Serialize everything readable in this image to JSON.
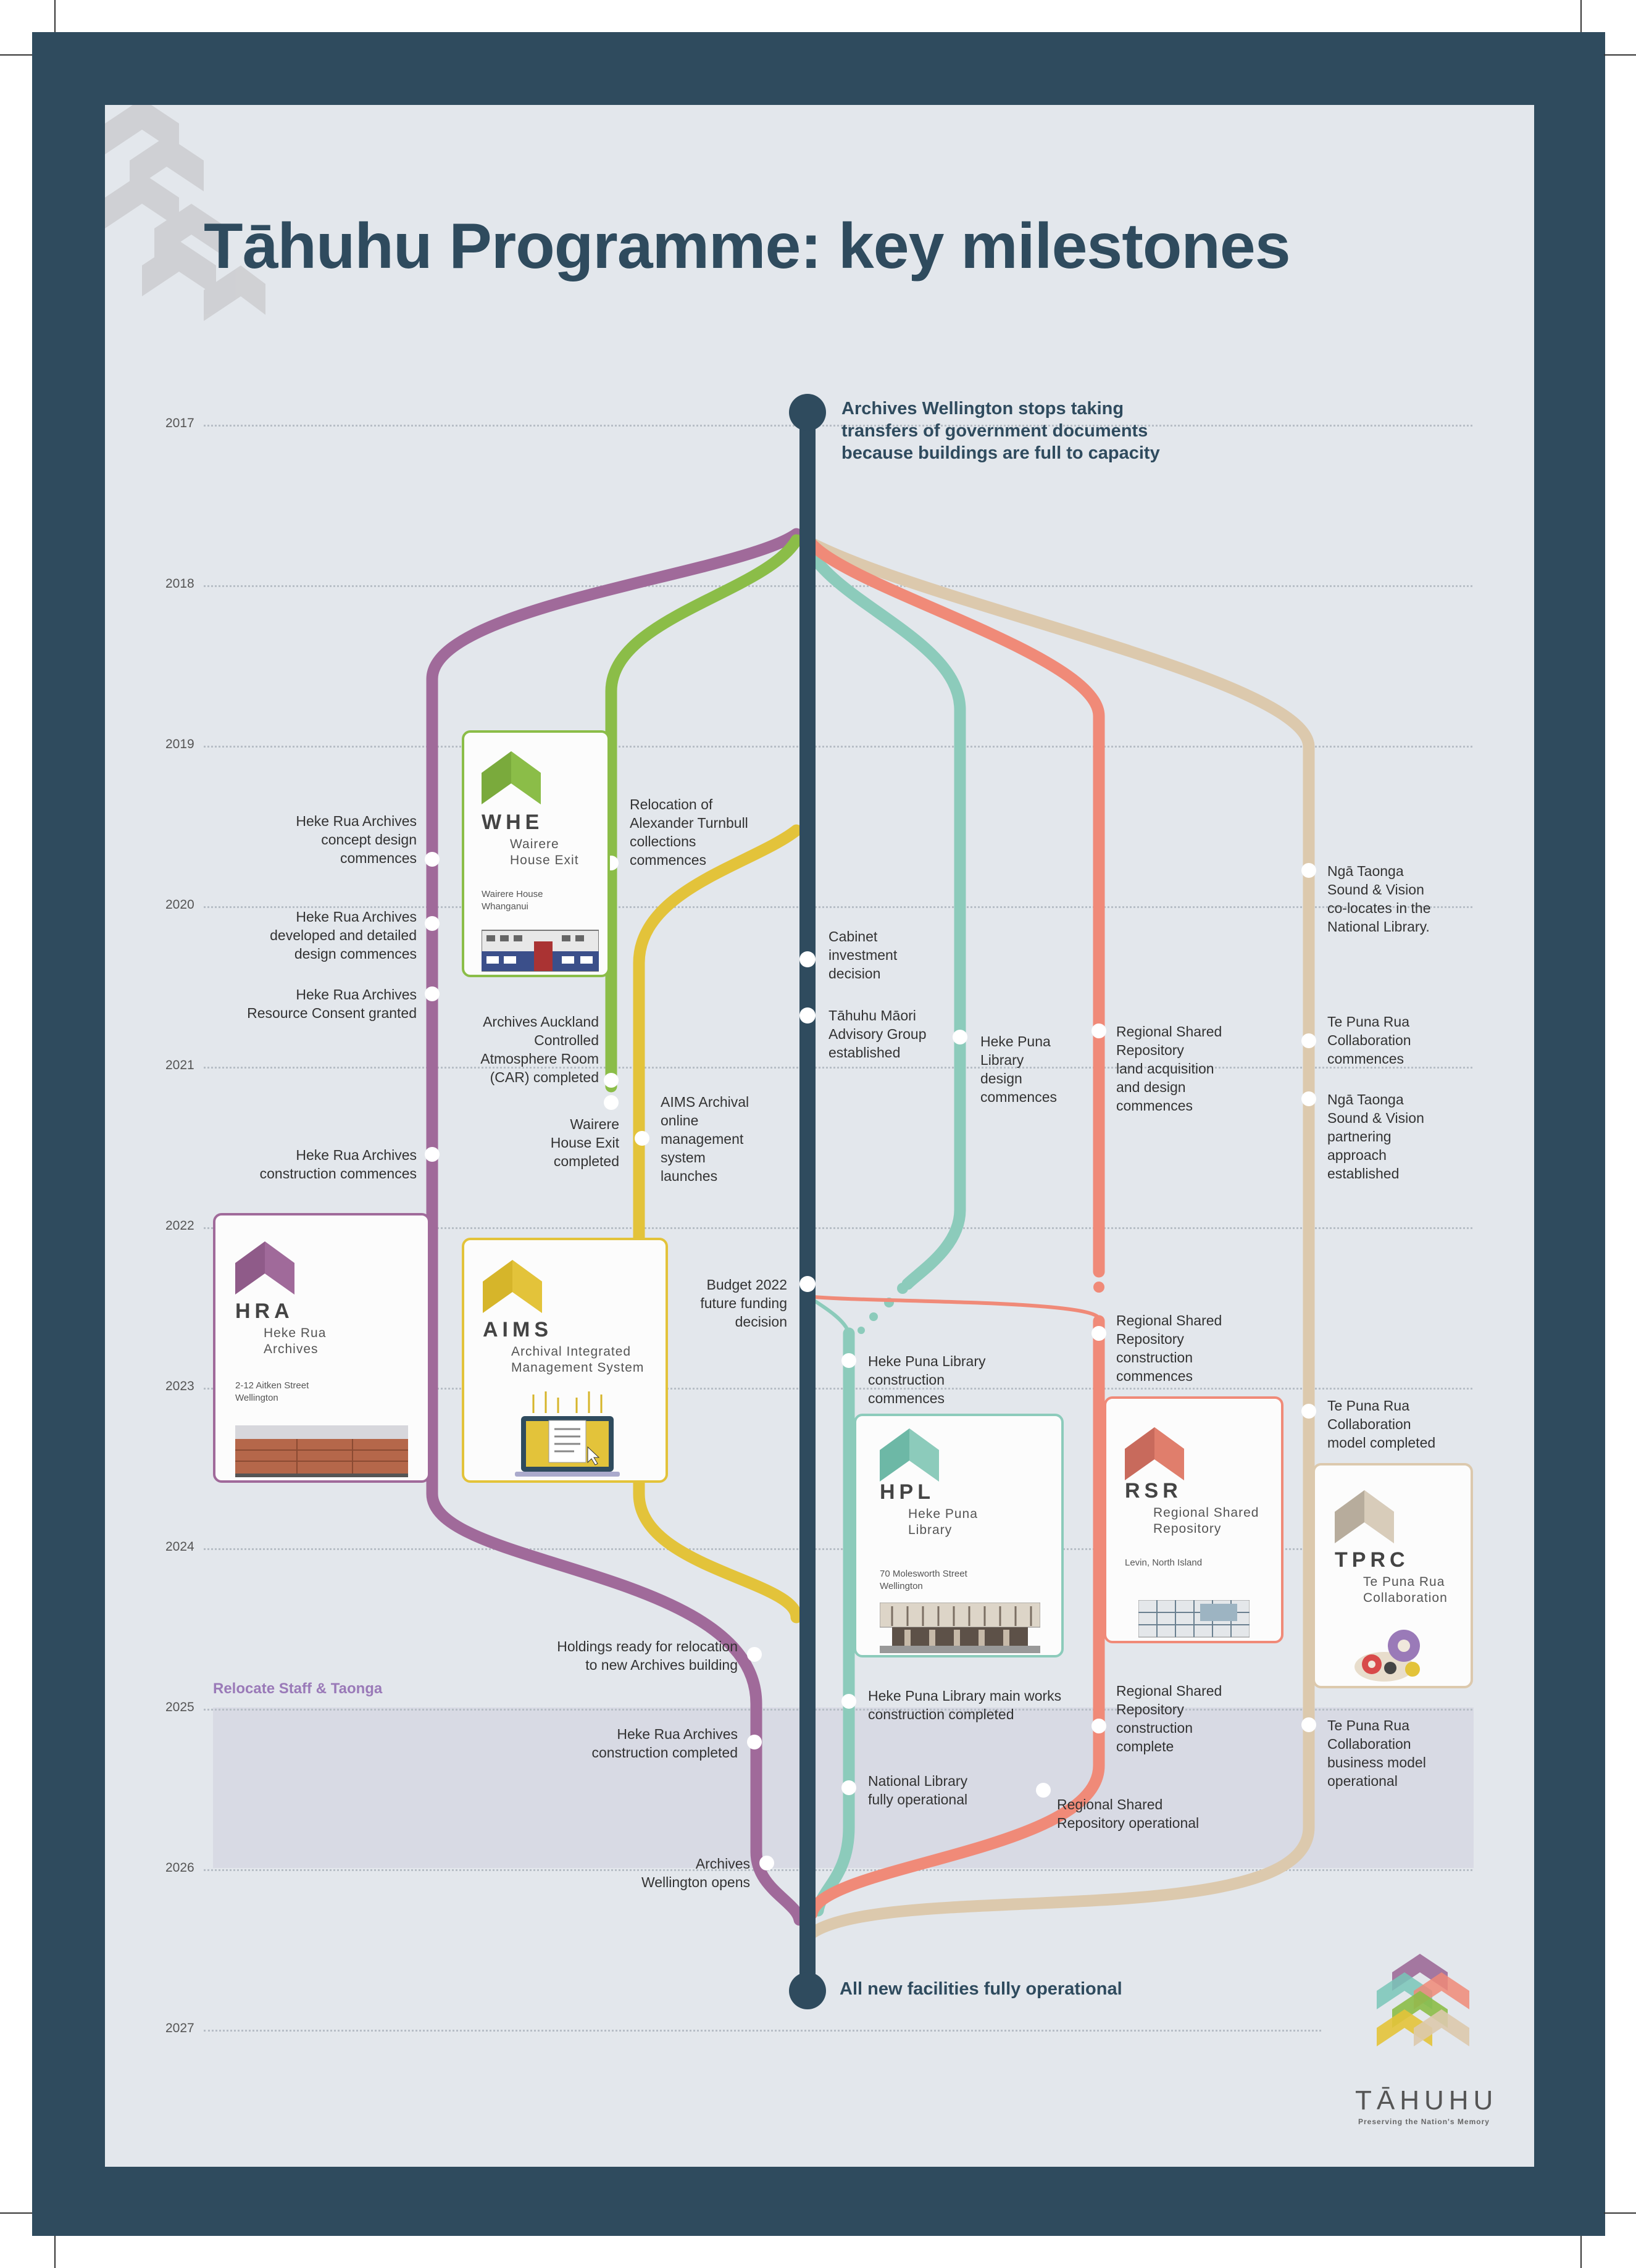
{
  "title": "Tāhuhu Programme: key milestones",
  "years": [
    "2017",
    "2018",
    "2019",
    "2020",
    "2021",
    "2022",
    "2023",
    "2024",
    "2025",
    "2026",
    "2027"
  ],
  "relocate_label": "Relocate Staff & Taonga",
  "colors": {
    "frame": "#2f4b5e",
    "background": "#e3e7ec",
    "trunk": "#2f4b5e",
    "HRA": "#a06a9a",
    "WHE": "#8bbd48",
    "AIMS": "#e3c33a",
    "HPL": "#8ccbbb",
    "RSR": "#f08a78",
    "TPRC": "#dcc9ad"
  },
  "headline_top": "Archives Wellington stops taking\ntransfers of government documents\nbecause buildings are full to capacity",
  "headline_bottom": "All new facilities fully operational",
  "milestones": {
    "hra_concept": "Heke Rua Archives\nconcept design\ncommences",
    "hra_developed": "Heke Rua Archives\ndeveloped and detailed\ndesign commences",
    "hra_consent": "Heke Rua Archives\nResource Consent granted",
    "hra_construction": "Heke Rua Archives\nconstruction commences",
    "whe_relocation": "Relocation of\nAlexander Turnbull\ncollections\ncommences",
    "whe_car": "Archives Auckland\nControlled\nAtmosphere Room\n(CAR) completed",
    "whe_exit": "Wairere\nHouse Exit\ncompleted",
    "aims_launch": "AIMS Archival\nonline\nmanagement\nsystem\nlaunches",
    "cabinet": "Cabinet\ninvestment\ndecision",
    "tahuhu_maori": "Tāhuhu Māori\nAdvisory Group\nestablished",
    "budget": "Budget 2022\nfuture funding\ndecision",
    "hpl_design": "Heke Puna\nLibrary\ndesign\ncommences",
    "hpl_construction": "Heke Puna Library\nconstruction\ncommences",
    "hpl_main_works": "Heke Puna Library main works\nconstruction completed",
    "national_library": "National Library\nfully operational",
    "rsr_land": "Regional Shared\nRepository\nland acquisition\nand design\ncommences",
    "rsr_construction": "Regional Shared\nRepository\nconstruction\ncommences",
    "rsr_complete": "Regional Shared\nRepository\nconstruction\ncomplete",
    "rsr_operational": "Regional Shared\nRepository operational",
    "tprc_colocates": "Ngā Taonga\nSound & Vision\nco-locates in the\nNational Library.",
    "tprc_collab": "Te Puna Rua\nCollaboration\ncommences",
    "tprc_partnering": "Ngā Taonga\nSound & Vision\npartnering\napproach\nestablished",
    "tprc_model": "Te Puna Rua\nCollaboration\nmodel completed",
    "tprc_business": "Te Puna Rua\nCollaboration\nbusiness model\noperational",
    "holdings": "Holdings ready for relocation\nto new Archives building",
    "hra_completed": "Heke Rua Archives\nconstruction completed",
    "archives_opens": "Archives\nWellington opens"
  },
  "cards": {
    "whe": {
      "code": "WHE",
      "name": "Wairere\nHouse Exit",
      "address": "Wairere House\nWhanganui"
    },
    "hra": {
      "code": "HRA",
      "name": "Heke Rua\nArchives",
      "address": "2-12 Aitken Street\nWellington"
    },
    "aims": {
      "code": "AIMS",
      "name": "Archival Integrated\nManagement System"
    },
    "hpl": {
      "code": "HPL",
      "name": "Heke Puna\nLibrary",
      "address": "70 Molesworth Street\nWellington"
    },
    "rsr": {
      "code": "RSR",
      "name": "Regional Shared\nRepository",
      "address": "Levin, North Island"
    },
    "tprc": {
      "code": "TPRC",
      "name": "Te Puna Rua\nCollaboration"
    }
  },
  "logo": {
    "name": "TĀHUHU",
    "tagline": "Preserving the Nation's Memory"
  }
}
